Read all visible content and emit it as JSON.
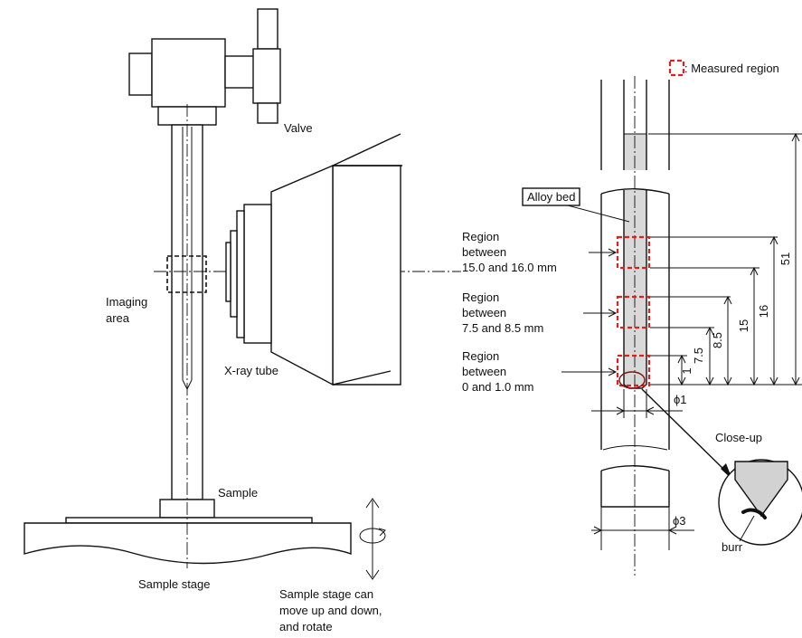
{
  "left_labels": {
    "valve": "Valve",
    "imaging_area": [
      "Imaging",
      "area"
    ],
    "xray_tube": "X-ray tube",
    "sample": "Sample",
    "sample_stage": "Sample stage",
    "stage_note": [
      "Sample stage can",
      "move up and down,",
      "and rotate"
    ]
  },
  "right_labels": {
    "legend": ": Measured region",
    "alloy_bed": "Alloy bed",
    "region_15": [
      "Region",
      "between",
      "15.0 and 16.0 mm"
    ],
    "region_7": [
      "Region",
      "between",
      "7.5 and 8.5 mm"
    ],
    "region_0": [
      "Region",
      "between",
      "0 and 1.0 mm"
    ],
    "close_up": "Close-up",
    "burr": "burr"
  },
  "dimensions": {
    "d51": "51",
    "d16": "16",
    "d15": "15",
    "d8_5": "8.5",
    "d7_5": "7.5",
    "d1": "1",
    "phi1": "ϕ1",
    "phi3": "ϕ3"
  },
  "colors": {
    "measured_region": "#e0201c",
    "alloy_bed": "#d9d9d9"
  }
}
